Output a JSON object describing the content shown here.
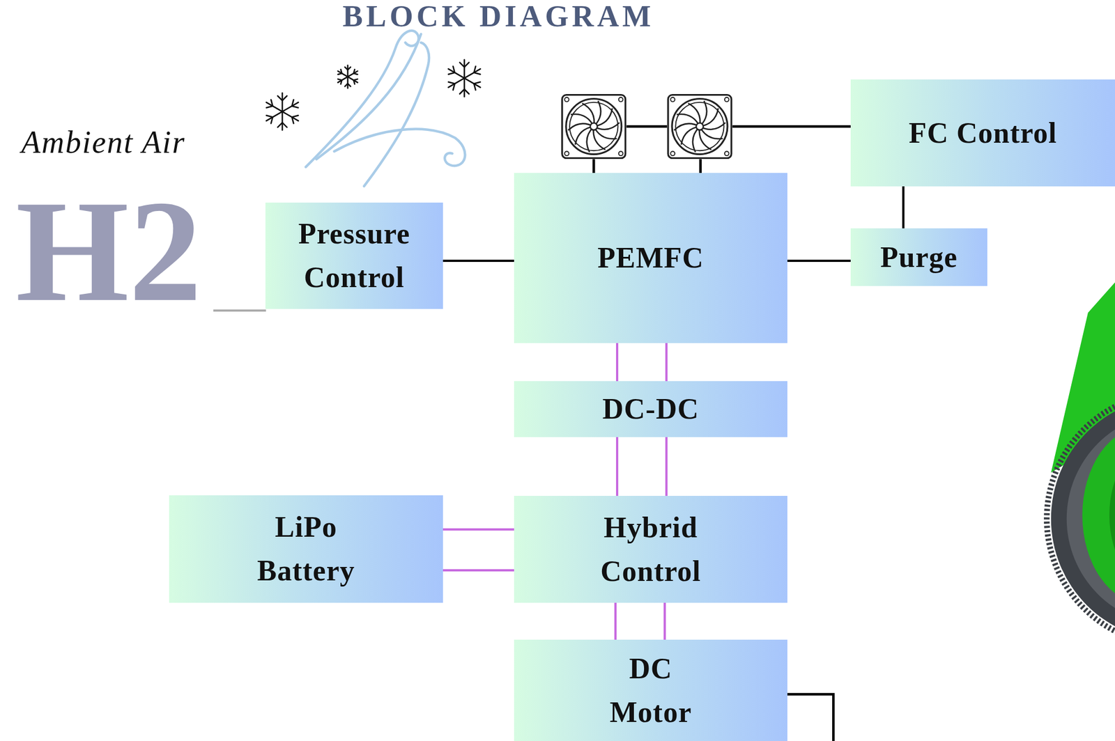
{
  "diagram": {
    "title": "BLOCK DIAGRAM",
    "nodes": [
      {
        "text": [
          "FC Control"
        ]
      },
      {
        "text": [
          "Pressure Control"
        ]
      },
      {
        "text": [
          "PEMFC"
        ]
      },
      {
        "text": [
          "Purge"
        ]
      },
      {
        "text": [
          "DC-DC"
        ]
      },
      {
        "text": [
          "LiPo Battery"
        ]
      },
      {
        "text": [
          "Hybrid Control"
        ]
      },
      {
        "text": [
          "DC Motor"
        ]
      }
    ],
    "edges": [
      {
        "from": 1,
        "to": 2,
        "arrow": "none"
      },
      {
        "from": 2,
        "to": 3,
        "arrow": "none"
      },
      {
        "from": 0,
        "to": 3,
        "arrow": "none"
      },
      {
        "from": 2,
        "to": 4,
        "arrow": "none"
      },
      {
        "from": 2,
        "to": 4,
        "arrow": "none"
      },
      {
        "from": 4,
        "to": 6,
        "arrow": "none"
      },
      {
        "from": 4,
        "to": 6,
        "arrow": "none"
      },
      {
        "from": 5,
        "to": 6,
        "arrow": "none"
      },
      {
        "from": 5,
        "to": 6,
        "arrow": "none"
      },
      {
        "from": 6,
        "to": 7,
        "arrow": "none"
      },
      {
        "from": 6,
        "to": 7,
        "arrow": "none"
      }
    ],
    "labels": [
      "Ambient Air",
      "H2"
    ]
  }
}
